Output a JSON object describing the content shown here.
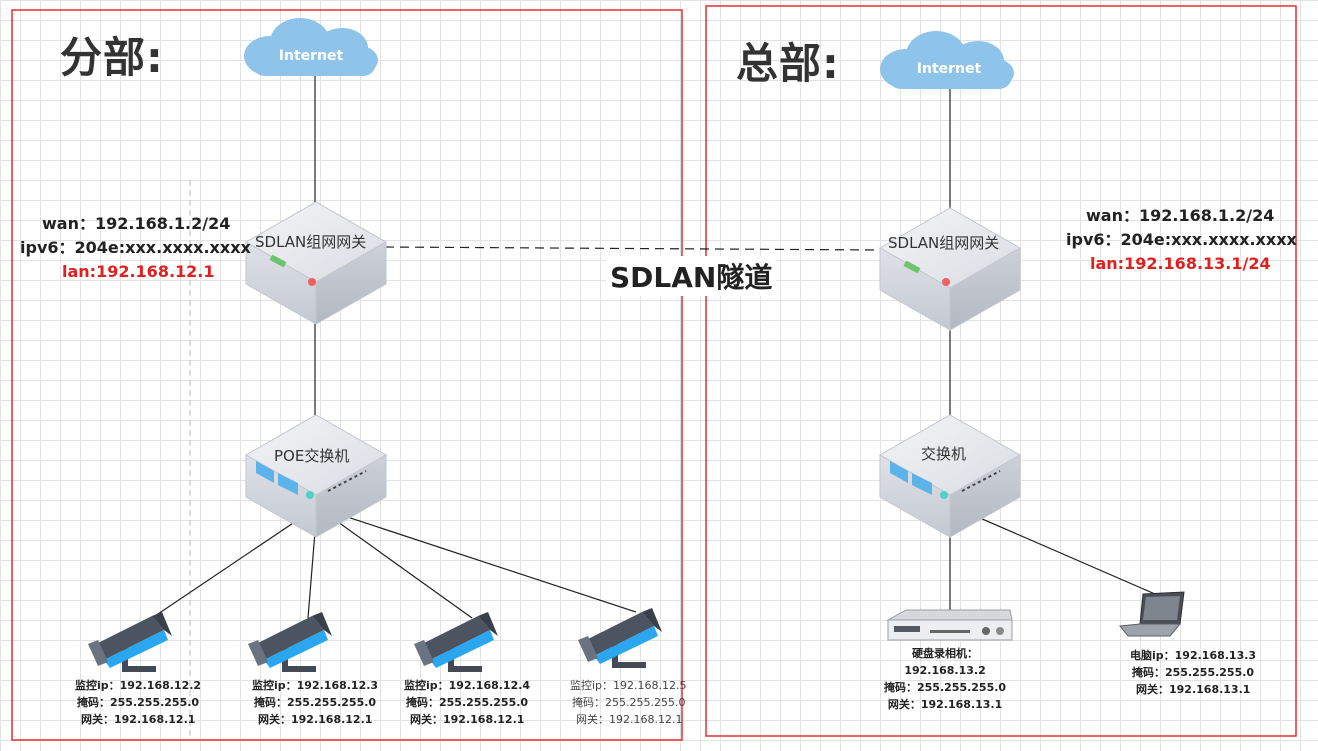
{
  "colors": {
    "region_border": "#e03030",
    "cloud": "#8ec3ea",
    "red_text": "#e02020"
  },
  "branch": {
    "title": "分部:",
    "internet": "Internet",
    "gateway_label": "SDLAN组网网关",
    "wan": "wan：192.168.1.2/24",
    "ipv6": "ipv6：204e:xxx.xxxx.xxxx",
    "lan": "lan:192.168.12.1",
    "switch_label": "POE交换机",
    "cameras": [
      {
        "ip": "监控ip：192.168.12.2",
        "mask": "掩码：255.255.255.0",
        "gw": "网关：192.168.12.1"
      },
      {
        "ip": "监控ip：192.168.12.3",
        "mask": "掩码：255.255.255.0",
        "gw": "网关：192.168.12.1"
      },
      {
        "ip": "监控ip：192.168.12.4",
        "mask": "掩码：255.255.255.0",
        "gw": "网关：192.168.12.1"
      },
      {
        "ip": "监控ip：192.168.12.5",
        "mask": "掩码：255.255.255.0",
        "gw": "网关：192.168.12.1"
      }
    ]
  },
  "hq": {
    "title": "总部:",
    "internet": "Internet",
    "gateway_label": "SDLAN组网网关",
    "wan": "wan：192.168.1.2/24",
    "ipv6": "ipv6：204e:xxx.xxxx.xxxx",
    "lan": "lan:192.168.13.1/24",
    "switch_label": "交换机",
    "nvr": {
      "name": "硬盘录相机：",
      "ip": "192.168.13.2",
      "mask": "掩码：255.255.255.0",
      "gw": "网关：192.168.13.1"
    },
    "pc": {
      "ip": "电脑ip：192.168.13.3",
      "mask": "掩码：255.255.255.0",
      "gw": "网关：192.168.13.1"
    }
  },
  "tunnel_label": "SDLAN隧道"
}
